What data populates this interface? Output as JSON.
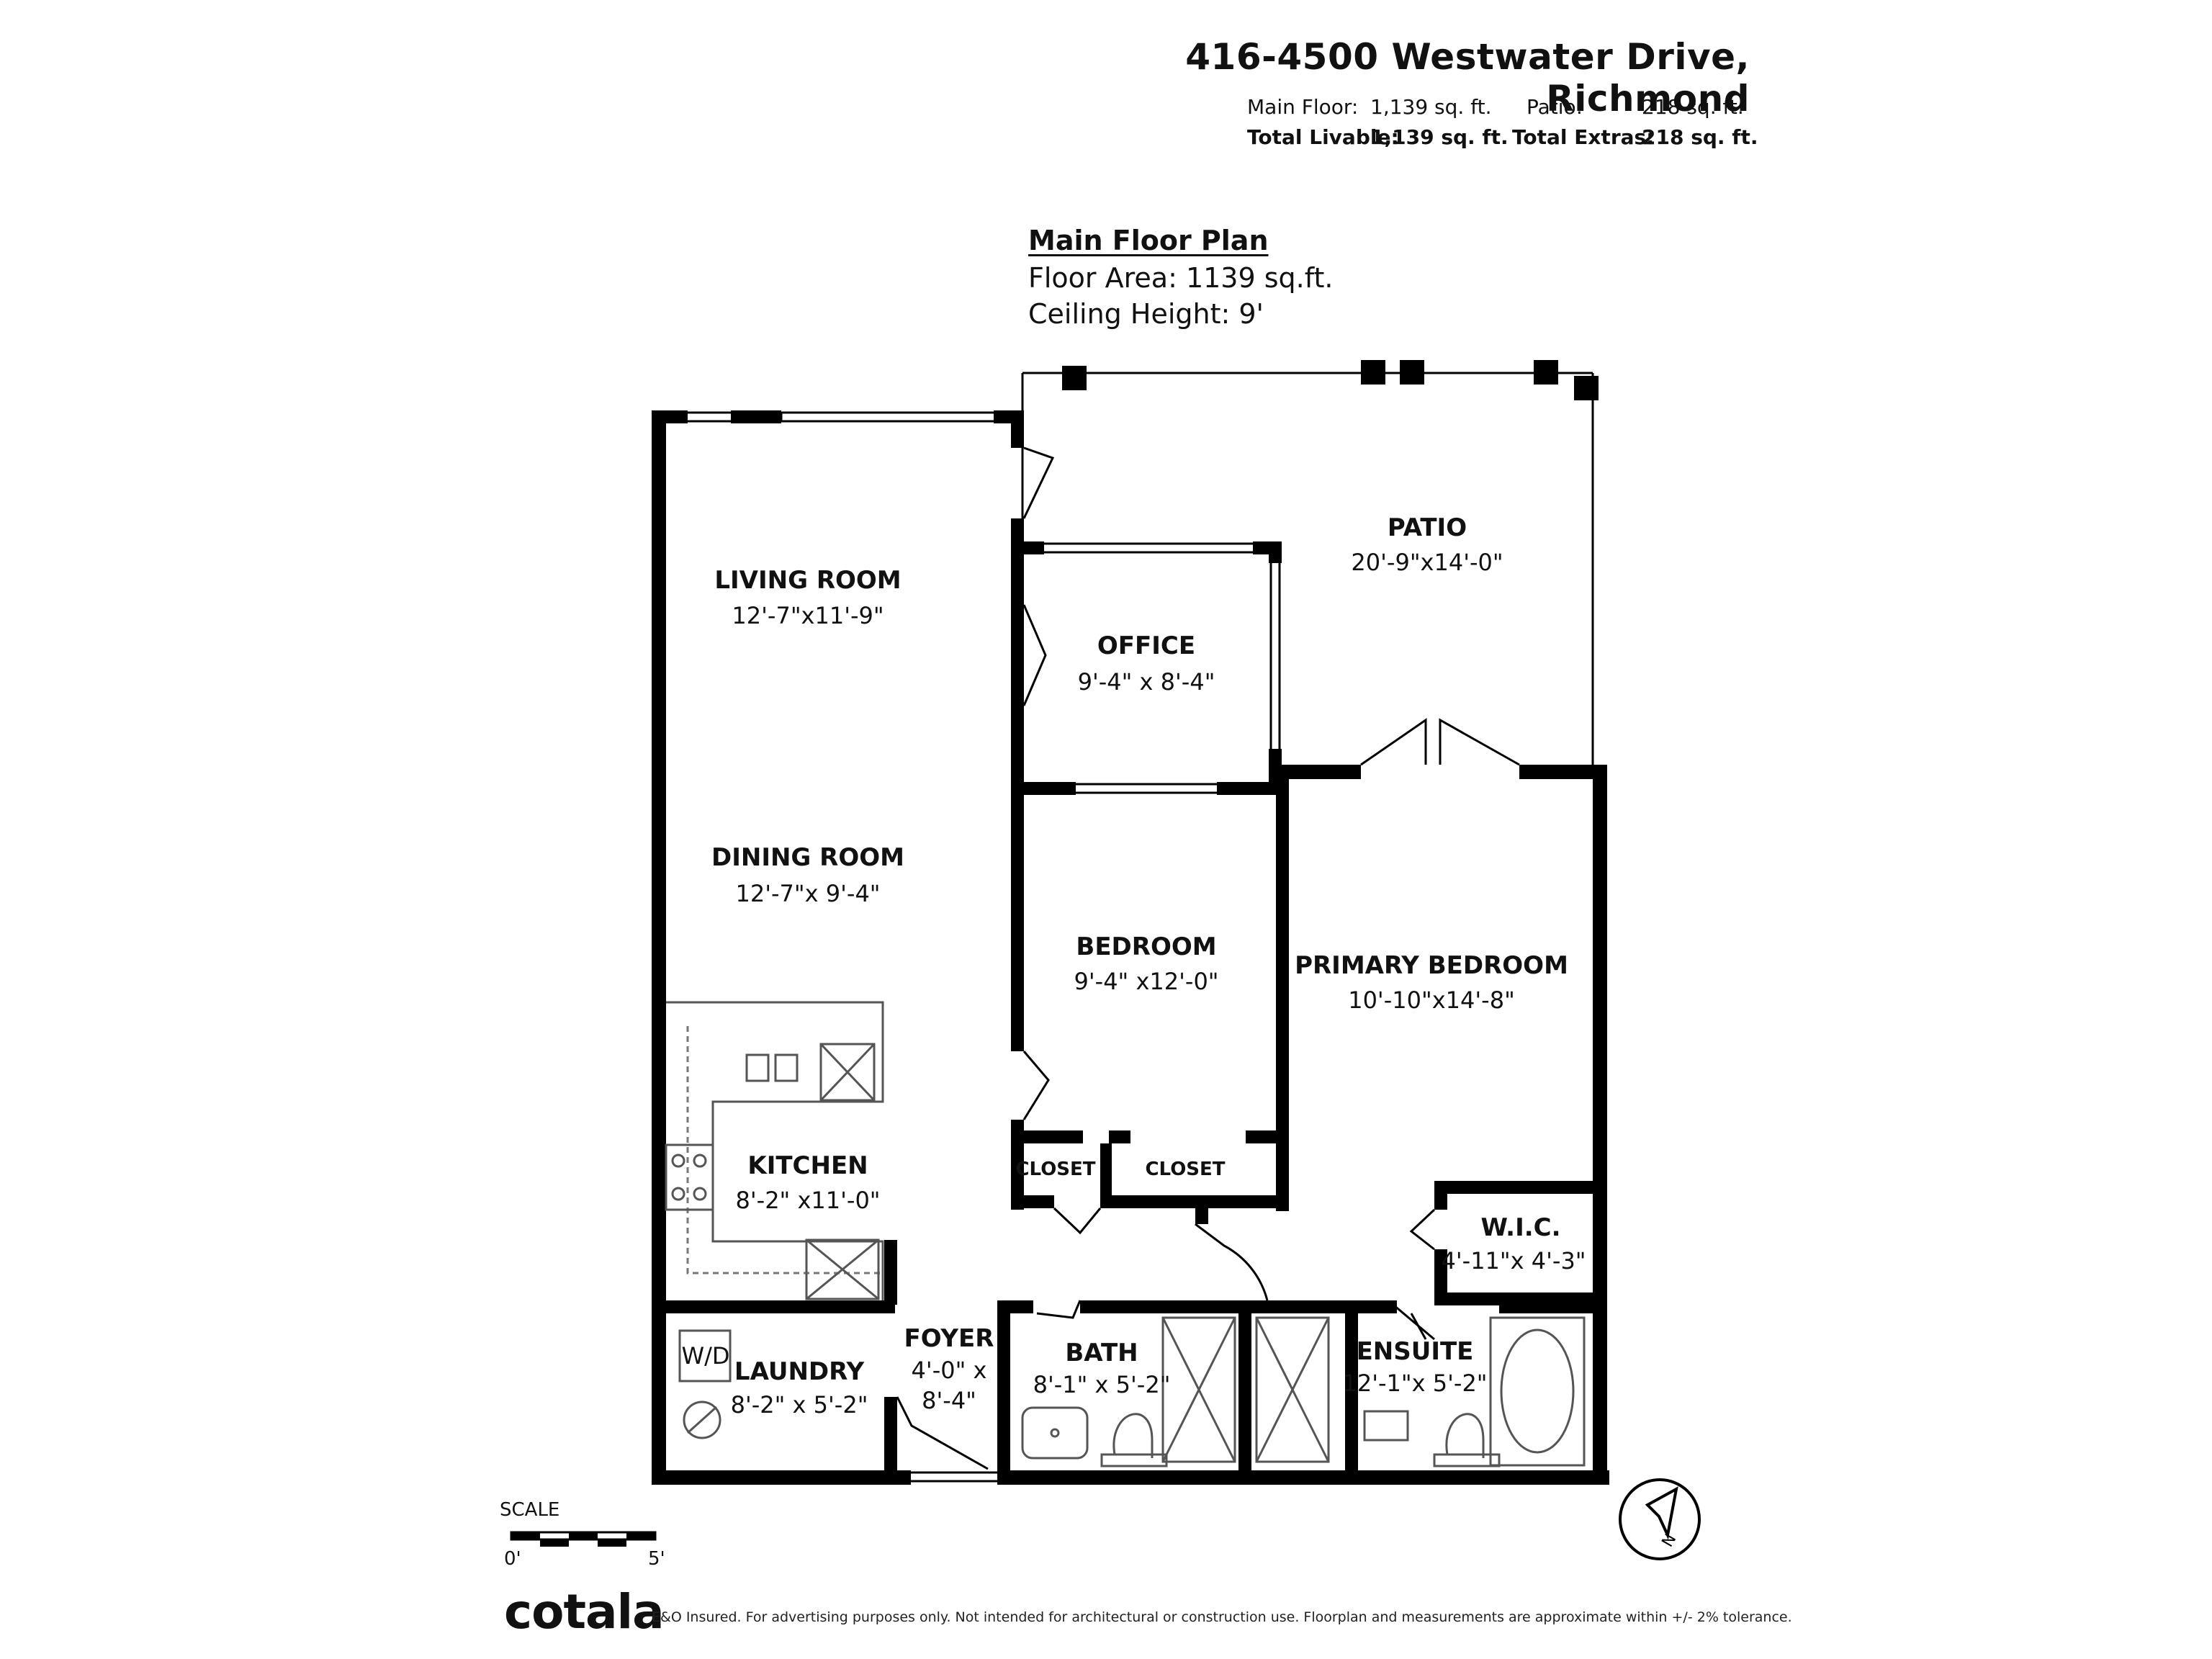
{
  "header": {
    "address": "416-4500 Westwater Drive, Richmond",
    "main_floor_label": "Main Floor:",
    "main_floor_value": "1,139 sq. ft.",
    "patio_label": "Patio:",
    "patio_value": "218 sq. ft.",
    "total_livable_label": "Total Livable:",
    "total_livable_value": "1,139 sq. ft.",
    "total_extras_label": "Total Extras:",
    "total_extras_value": "218 sq. ft."
  },
  "plan": {
    "heading": "Main Floor Plan",
    "floor_area": "Floor Area: 1139 sq.ft.",
    "ceiling_height": "Ceiling Height: 9'"
  },
  "rooms": {
    "living": {
      "name": "LIVING ROOM",
      "dims": "12'-7\"x11'-9\""
    },
    "dining": {
      "name": "DINING ROOM",
      "dims": "12'-7\"x 9'-4\""
    },
    "kitchen": {
      "name": "KITCHEN",
      "dims": "8'-2\" x11'-0\""
    },
    "laundry": {
      "name": "LAUNDRY",
      "dims": "8'-2\" x 5'-2\""
    },
    "wd": "W/D",
    "foyer": {
      "name": "FOYER",
      "dims_1": "4'-0\" x",
      "dims_2": "8'-4\""
    },
    "office": {
      "name": "OFFICE",
      "dims": "9'-4\" x 8'-4\""
    },
    "bedroom": {
      "name": "BEDROOM",
      "dims": "9'-4\" x12'-0\""
    },
    "closet_1": "CLOSET",
    "closet_2": "CLOSET",
    "bath": {
      "name": "BATH",
      "dims": "8'-1\" x 5'-2\""
    },
    "ensuite": {
      "name": "ENSUITE",
      "dims": "12'-1\"x 5'-2\""
    },
    "primary": {
      "name": "PRIMARY BEDROOM",
      "dims": "10'-10\"x14'-8\""
    },
    "wic": {
      "name": "W.I.C.",
      "dims": "4'-11\"x 4'-3\""
    },
    "patio": {
      "name": "PATIO",
      "dims": "20'-9\"x14'-0\""
    }
  },
  "scale": {
    "label": "SCALE",
    "start": "0'",
    "end": "5'"
  },
  "compass": {
    "north": "N",
    "icon": "north-arrow-icon"
  },
  "footer": {
    "logo": "cotala",
    "disclaimer": "E&O Insured. For advertising purposes only. Not intended for architectural or construction use. Floorplan and measurements are approximate within +/- 2% tolerance."
  },
  "colors": {
    "wall": "#000000",
    "background": "#ffffff",
    "fixture": "#555555"
  }
}
